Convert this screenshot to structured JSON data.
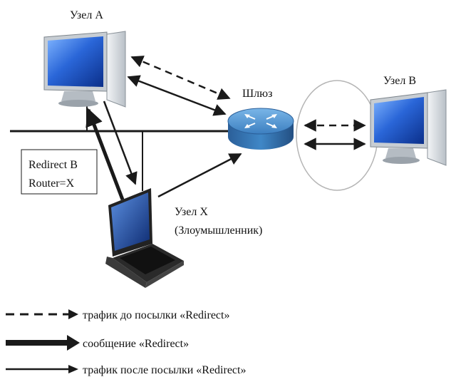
{
  "nodes": {
    "node_a": "Узел А",
    "node_b": "Узел В",
    "gateway": "Шлюз",
    "node_x_line1": "Узел X",
    "node_x_line2": "(Злоумышленник)"
  },
  "redirect_box": {
    "line1": "Redirect B",
    "line2": "Router=X"
  },
  "legend": [
    {
      "style": "dashed",
      "label": "трафик до посылки «Redirect»"
    },
    {
      "style": "bold",
      "label": "сообщение «Redirect»"
    },
    {
      "style": "thin",
      "label": "трафик после посылки «Redirect»"
    }
  ],
  "colors": {
    "screen_blue": "#2a66d8",
    "monitor_body": "#d8dde2",
    "router_blue": "#3f87c7",
    "line": "#1a1a1a"
  }
}
